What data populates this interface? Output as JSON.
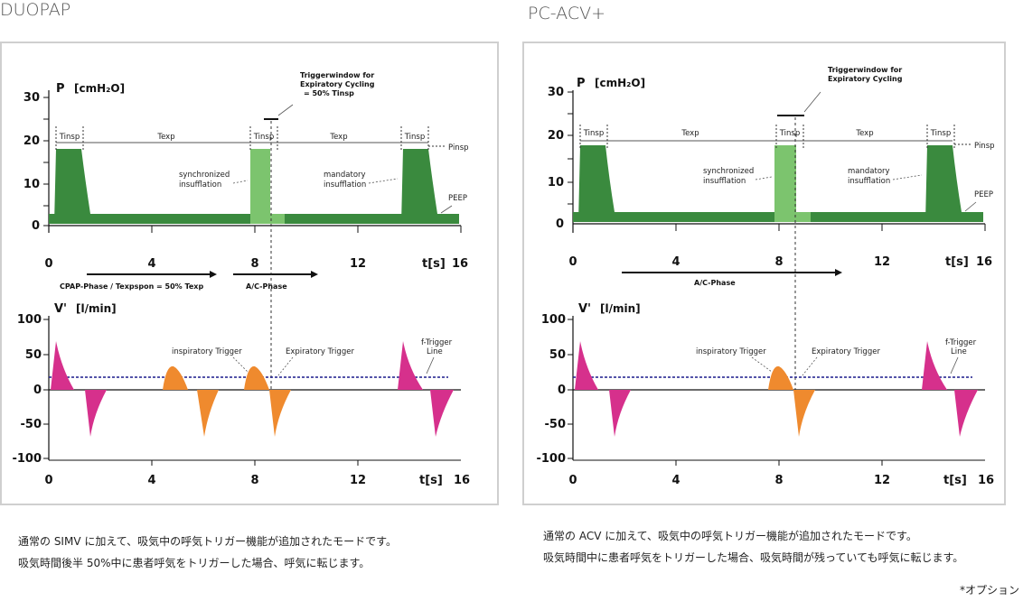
{
  "panels": [
    {
      "id": "left",
      "title": "DUOPAP",
      "pressure": {
        "axis_label": "P",
        "unit": "[cmH₂O]",
        "y_ticks": [
          "30",
          "20",
          "10",
          "0"
        ],
        "x_ticks": [
          "0",
          "4",
          "8",
          "12"
        ],
        "x_unit": "t[s]",
        "x_end": "16",
        "phase_labels": [
          "Tinsp",
          "Texp",
          "Tinsp",
          "Texp",
          "Tinsp"
        ],
        "trigger_window_label": [
          "Triggerwindow for",
          "Expiratory Cycling",
          "= 50% Tinsp"
        ],
        "sync_label": [
          "synchronized",
          "insufflation"
        ],
        "mand_label": [
          "mandatory",
          "insufflation"
        ],
        "pinsp_label": "Pinsp",
        "peep_label": "PEEP",
        "phase_arrow_1": "CPAP-Phase  / Texpspon = 50% Texp",
        "phase_arrow_2": "A/C-Phase"
      },
      "flow": {
        "axis_label": "V'",
        "unit": "[l/min]",
        "y_ticks": [
          "100",
          "50",
          "0",
          "-50",
          "-100"
        ],
        "x_ticks": [
          "0",
          "4",
          "8",
          "12"
        ],
        "x_unit": "t[s]",
        "x_end": "16",
        "insp_trigger_label": "inspiratory Trigger",
        "exp_trigger_label": "Expiratory Trigger",
        "ftrigger_label": [
          "f-Trigger",
          "Line"
        ]
      },
      "description": [
        "通常の SIMV に加えて、吸気中の呼気トリガー機能が追加されたモードです。",
        "吸気時間後半 50%中に患者呼気をトリガーした場合、呼気に転じます。"
      ]
    },
    {
      "id": "right",
      "title": "PC-ACV+",
      "pressure": {
        "axis_label": "P",
        "unit": "[cmH₂O]",
        "y_ticks": [
          "30",
          "20",
          "10",
          "0"
        ],
        "x_ticks": [
          "0",
          "4",
          "8",
          "12"
        ],
        "x_unit": "t[s]",
        "x_end": "16",
        "phase_labels": [
          "Tinsp",
          "Texp",
          "Tinsp",
          "Texp",
          "Tinsp"
        ],
        "trigger_window_label": [
          "Triggerwindow for",
          "Expiratory Cycling"
        ],
        "sync_label": [
          "synchronized",
          "insufflation"
        ],
        "mand_label": [
          "mandatory",
          "insufflation"
        ],
        "pinsp_label": "Pinsp",
        "peep_label": "PEEP",
        "phase_arrow_1": "A/C-Phase"
      },
      "flow": {
        "axis_label": "V'",
        "unit": "[l/min]",
        "y_ticks": [
          "100",
          "50",
          "0",
          "-50",
          "-100"
        ],
        "x_ticks": [
          "0",
          "4",
          "8",
          "12"
        ],
        "x_unit": "t[s]",
        "x_end": "16",
        "insp_trigger_label": "inspiratory Trigger",
        "exp_trigger_label": "Expiratory Trigger",
        "ftrigger_label": [
          "f-Trigger",
          "Line"
        ]
      },
      "description": [
        "通常の ACV に加えて、吸気中の呼気トリガー機能が追加されたモードです。",
        "吸気時間中に患者呼気をトリガーした場合、吸気時間が残っていても呼気に転じます。"
      ]
    }
  ],
  "footnote": "*オプション",
  "colors": {
    "mandatory_green": "#3a8a3e",
    "sync_green": "#7cc46e",
    "magenta": "#d6308c",
    "orange": "#ef8a2e",
    "trigger_line": "#1a1a8c",
    "border": "#cfcfcf"
  }
}
